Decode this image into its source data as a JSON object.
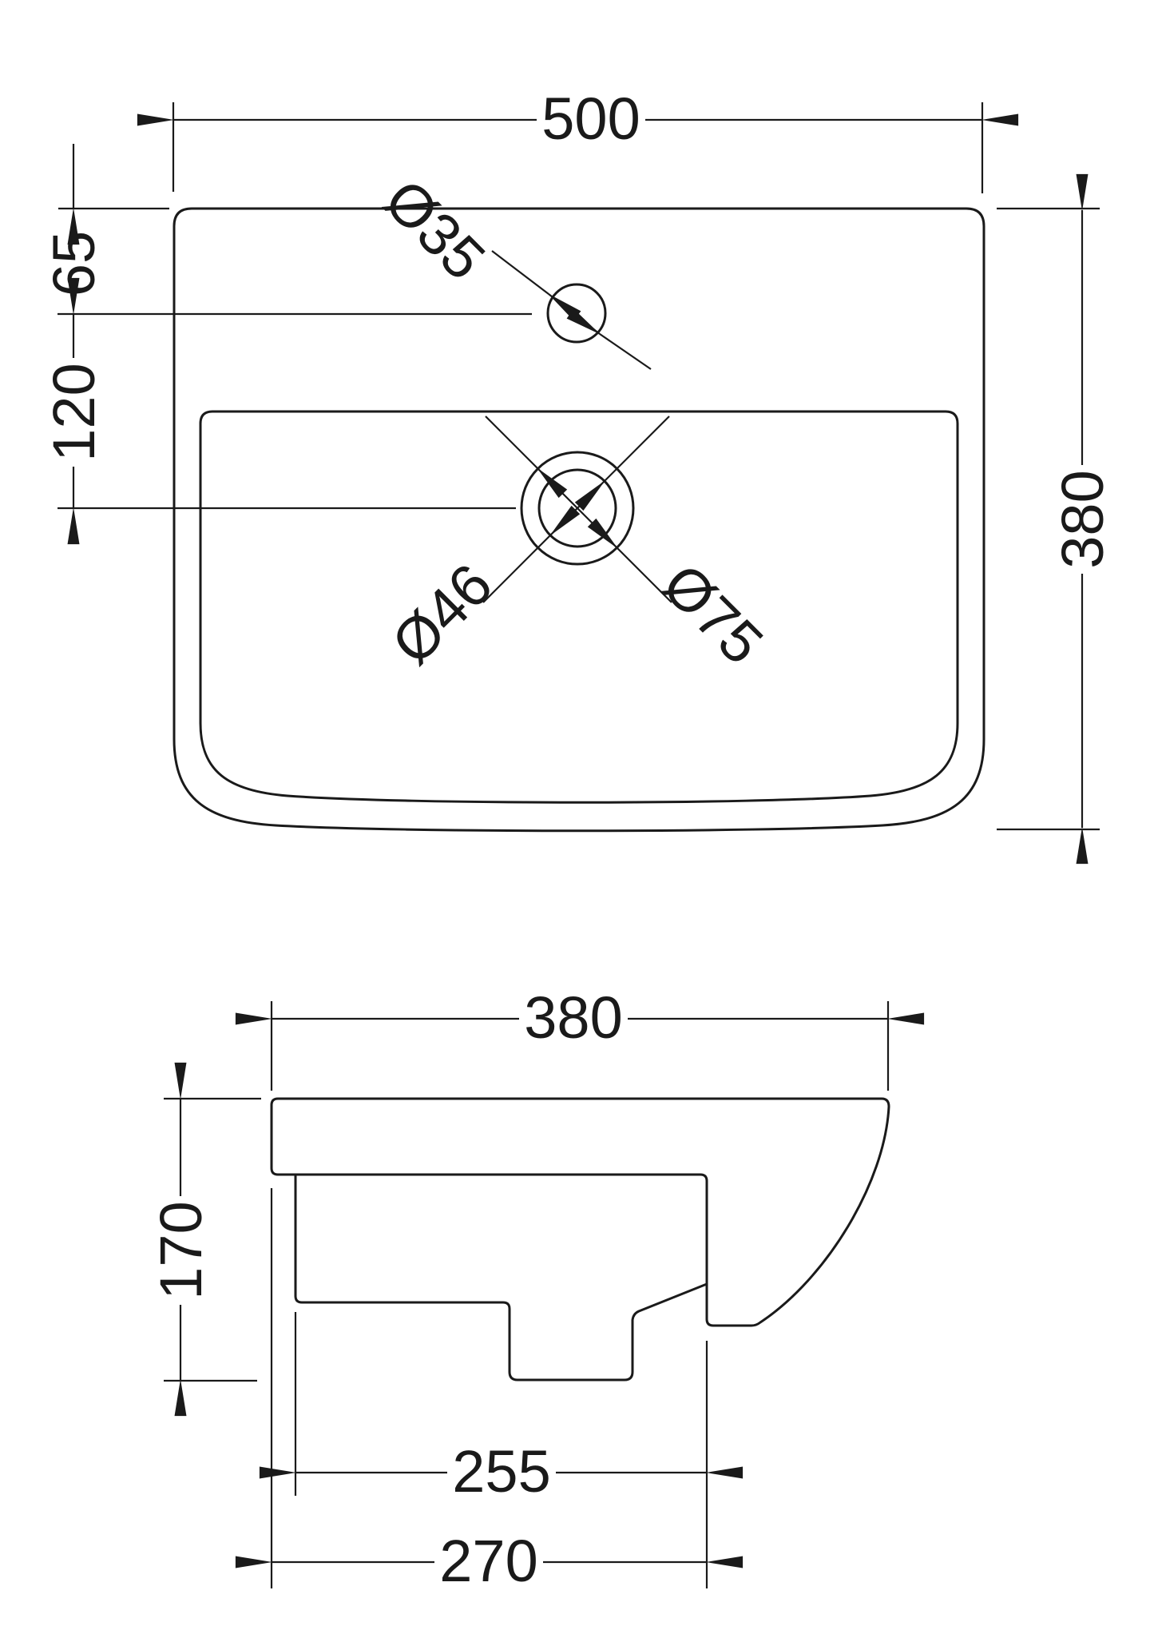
{
  "page": {
    "background": "#ffffff",
    "line_color": "#1a1a1a",
    "description": "Basin technical dimension drawing, plan view and side elevation"
  },
  "top_view": {
    "overall_width": "500",
    "overall_depth": "380",
    "tap_hole_offset_from_back": "65",
    "tap_hole_to_drain": "120",
    "tap_hole_diameter": "Ø35",
    "drain_inner_diameter": "Ø46",
    "drain_outer_diameter": "Ø75"
  },
  "side_view": {
    "overall_depth": "380",
    "pedestal_height": "170",
    "pedestal_depth": "255",
    "pedestal_overall_depth": "270"
  }
}
